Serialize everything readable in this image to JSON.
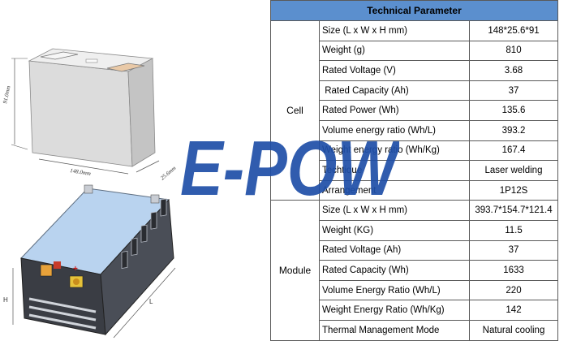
{
  "table": {
    "title": "Technical Parameter",
    "groups": [
      {
        "name": "Cell",
        "rows": [
          {
            "label": "Size (L x W x H mm)",
            "value": "148*25.6*91"
          },
          {
            "label": "Weight (g)",
            "value": "810"
          },
          {
            "label": "Rated Voltage (V)",
            "value": "3.68"
          },
          {
            "label": " Rated Capacity (Ah)",
            "value": "37"
          },
          {
            "label": "Rated Power (Wh)",
            "value": "135.6"
          },
          {
            "label": "Volume energy ratio (Wh/L)",
            "value": "393.2"
          },
          {
            "label": "Weight energy ratio (Wh/Kg)",
            "value": "167.4"
          },
          {
            "label": "Techtique",
            "value": "Laser welding"
          },
          {
            "label": "Arrangement",
            "value": "1P12S"
          }
        ]
      },
      {
        "name": "Module",
        "rows": [
          {
            "label": "Size (L x W x H mm)",
            "value": "393.7*154.7*121.4"
          },
          {
            "label": "Weight (KG)",
            "value": "11.5"
          },
          {
            "label": "Rated Voltage (Ah)",
            "value": "37"
          },
          {
            "label": "Rated Capacity (Wh)",
            "value": "1633"
          },
          {
            "label": "Volume Energy Ratio (Wh/L)",
            "value": "220"
          },
          {
            "label": "Weight Energy Ratio (Wh/Kg)",
            "value": "142"
          },
          {
            "label": "Thermal Management Mode",
            "value": "Natural cooling"
          }
        ]
      }
    ]
  },
  "drawing": {
    "cell_dims": {
      "height": "91.0mm",
      "length": "148.0mm",
      "width": "25.6mm"
    },
    "module_dims": {
      "height": "H",
      "length": "L"
    }
  },
  "watermark": {
    "text": "E-POW",
    "color": "#1f4fa8"
  },
  "colors": {
    "header": "#5b8fce",
    "module_top": "#b9d3ef",
    "module_case": "#3a3d44"
  }
}
